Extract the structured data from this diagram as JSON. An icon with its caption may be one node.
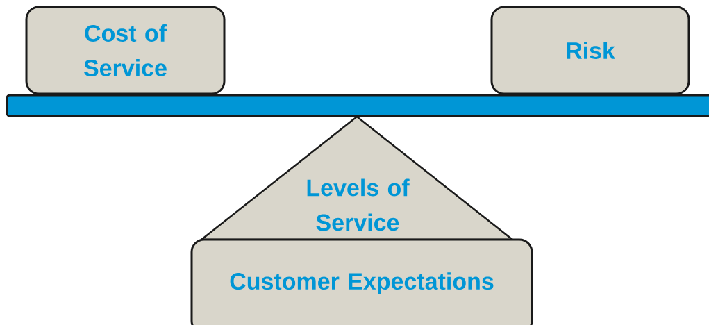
{
  "diagram": {
    "nodes": [
      {
        "text": [
          "Cost of Service"
        ]
      },
      {
        "text": [
          "Risk"
        ]
      },
      {
        "text": [
          "Levels of Service"
        ]
      },
      {
        "text": [
          "Customer Expectations"
        ]
      }
    ]
  }
}
